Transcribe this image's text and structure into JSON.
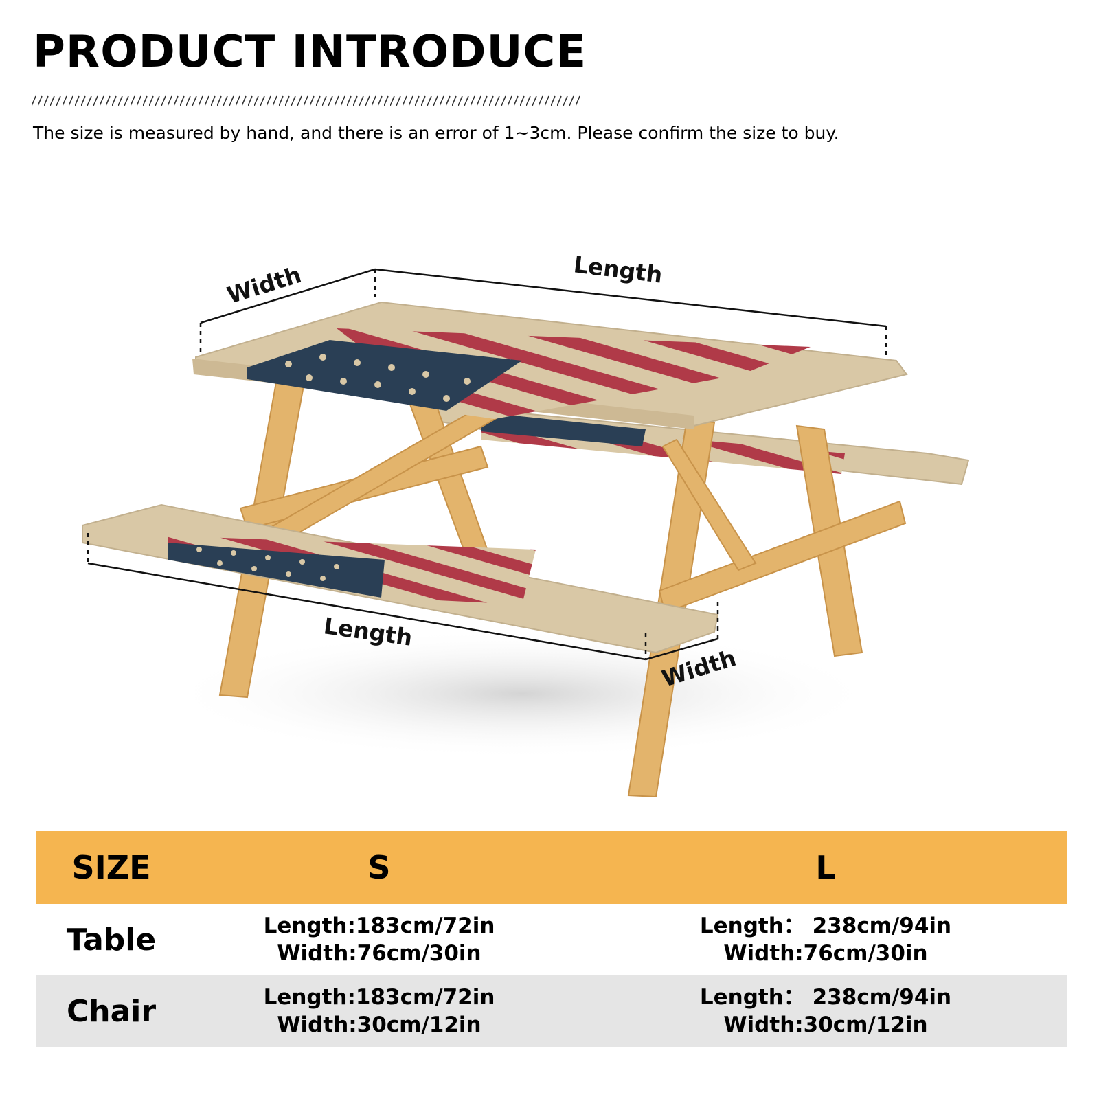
{
  "header": {
    "title": "PRODUCT INTRODUCE",
    "note": "The size is measured by hand, and there is an error of 1~3cm. Please confirm the size to buy."
  },
  "illustration": {
    "table_width_label": "Width",
    "table_length_label": "Length",
    "bench_length_label": "Length",
    "bench_width_label": "Width"
  },
  "size_table": {
    "header": {
      "col0": "SIZE",
      "col1": "S",
      "col2": "L"
    },
    "rows": [
      {
        "name": "Table",
        "s": {
          "length": "Length:183cm/72in",
          "width": "Width:76cm/30in"
        },
        "l": {
          "length": "Length： 238cm/94in",
          "width": "Width:76cm/30in"
        }
      },
      {
        "name": "Chair",
        "s": {
          "length": "Length:183cm/72in",
          "width": "Width:30cm/12in"
        },
        "l": {
          "length": "Length： 238cm/94in",
          "width": "Width:30cm/12in"
        }
      }
    ]
  },
  "colors": {
    "header_bar": "#f5b550",
    "chair_row": "#e5e5e5",
    "wood": "#e0b06a",
    "flag_red": "#b03040",
    "flag_blue": "#2a3f55",
    "cloth_beige": "#d8c7a4"
  }
}
